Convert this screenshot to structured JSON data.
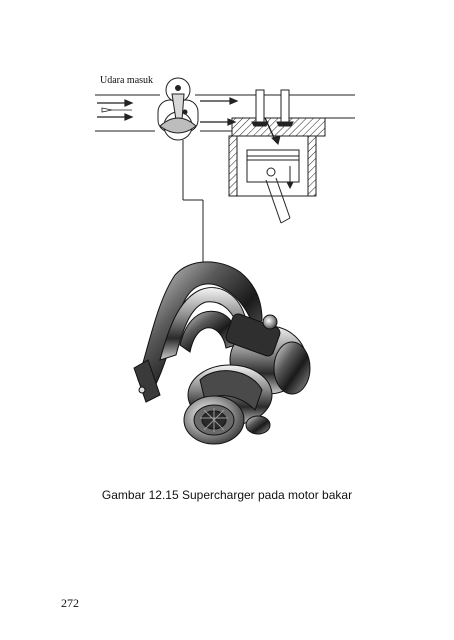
{
  "figure": {
    "intake_label": "Udara masuk",
    "caption": "Gambar 12.15 Supercharger pada motor bakar"
  },
  "page": {
    "number": "272"
  },
  "icons": {
    "schematic": "supercharger-schematic-diagram",
    "photo": "turbocharger-with-exhaust-manifold-illustration"
  }
}
